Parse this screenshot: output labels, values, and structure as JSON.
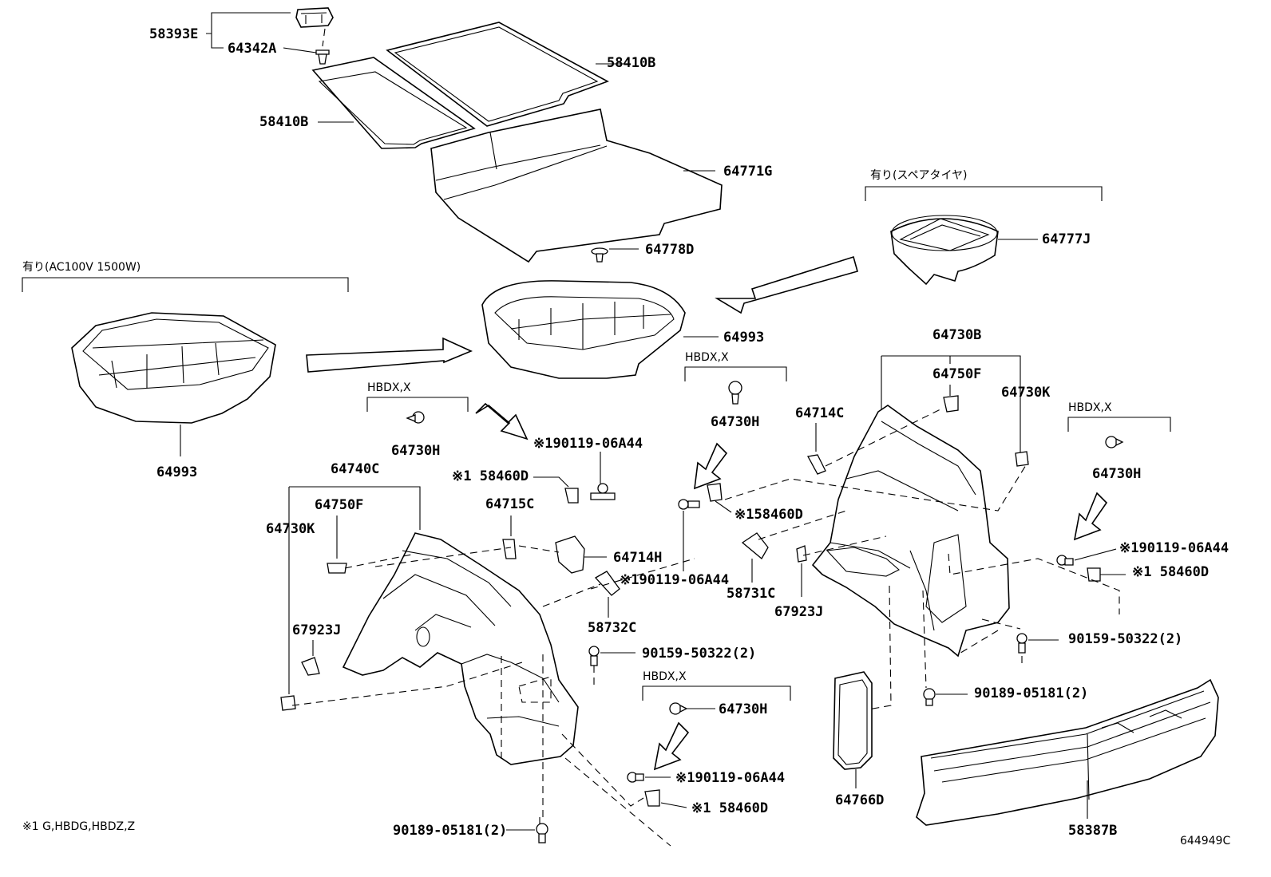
{
  "callouts": {
    "c58393E": "58393E",
    "c64342A": "64342A",
    "c58410B_top": "58410B",
    "c58410B_left": "58410B",
    "c64771G": "64771G",
    "c64778D": "64778D",
    "c64777J": "64777J",
    "c64993_center": "64993",
    "c64993_left": "64993",
    "c64730H_a": "64730H",
    "c64730H_b": "64730H",
    "c64730H_c": "64730H",
    "c64730H_d": "64730H",
    "c64740C": "64740C",
    "c64750F_left": "64750F",
    "c64730K_left": "64730K",
    "c67923J_left": "67923J",
    "c58460D_a": "※1 58460D",
    "c58460D_b": "※158460D",
    "c58460D_c": "※1 58460D",
    "c58460D_d": "※1 58460D",
    "c64715C": "64715C",
    "c64714H": "64714H",
    "c190119_a": "※190119-06A44",
    "c190119_b": "※190119-06A44",
    "c190119_c": "※190119-06A44",
    "c190119_d": "※190119-06A44",
    "c58732C": "58732C",
    "c90159_a": "90159-50322(2)",
    "c90159_b": "90159-50322(2)",
    "c90189_a": "90189-05181(2)",
    "c90189_b": "90189-05181(2)",
    "c64730B": "64730B",
    "c64750F_right": "64750F",
    "c64730K_right": "64730K",
    "c64714C": "64714C",
    "c58731C": "58731C",
    "c67923J_right": "67923J",
    "c64766D": "64766D",
    "c58387B": "58387B"
  },
  "captions": {
    "spare_tire": "有り(スペアタイヤ)",
    "ac100v": "有り(AC100V 1500W)",
    "hbdx_1": "HBDX,X",
    "hbdx_2": "HBDX,X",
    "hbdx_3": "HBDX,X",
    "hbdx_4": "HBDX,X"
  },
  "footnote": "※1 G,HBDG,HBDZ,Z",
  "diagram_id": "644949C"
}
